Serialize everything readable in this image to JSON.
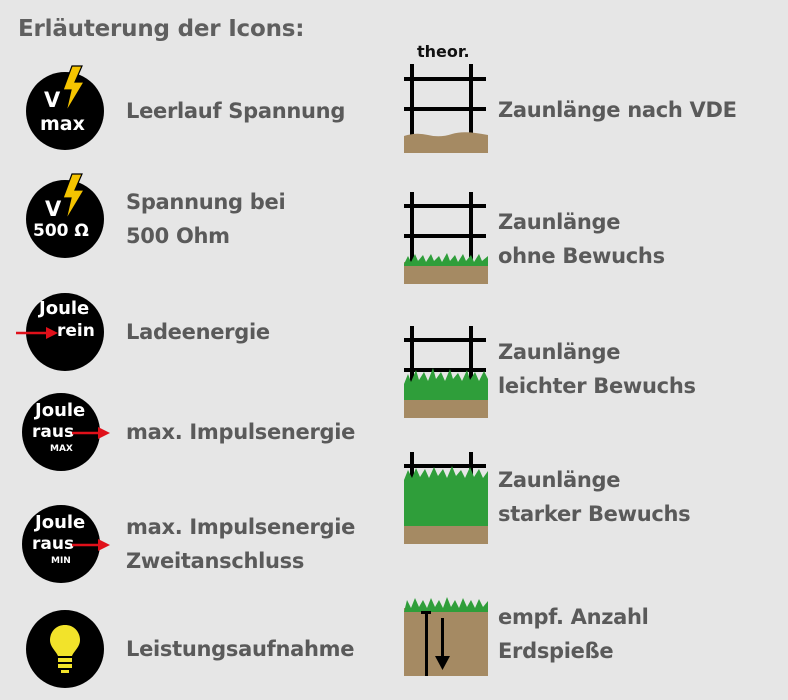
{
  "title": "Erläuterung der Icons:",
  "left": [
    {
      "icon": "voltage-max-icon",
      "line1": "V",
      "line2": "max",
      "label": [
        "Leerlauf Spannung"
      ]
    },
    {
      "icon": "voltage-500-ohm-icon",
      "line1": "V",
      "line2": "500 Ω",
      "label": [
        "Spannung bei",
        "500 Ohm"
      ]
    },
    {
      "icon": "joule-in-icon",
      "line1": "Joule",
      "line2": "rein",
      "label": [
        "Ladeenergie"
      ]
    },
    {
      "icon": "joule-out-max-icon",
      "line1": "Joule",
      "line2": "raus",
      "line3": "MAX",
      "label": [
        "max. Impulsenergie"
      ]
    },
    {
      "icon": "joule-out-min-icon",
      "line1": "Joule",
      "line2": "raus",
      "line3": "MIN",
      "label": [
        "max. Impulsenergie",
        "Zweitanschluss"
      ]
    },
    {
      "icon": "light-bulb-icon",
      "label": [
        "Leistungsaufnahme"
      ]
    }
  ],
  "right": [
    {
      "icon": "fence-theoretical-icon",
      "badge": "theor.",
      "label": [
        "Zaunlänge nach VDE"
      ]
    },
    {
      "icon": "fence-no-vegetation-icon",
      "label": [
        "Zaunlänge",
        "ohne Bewuchs"
      ]
    },
    {
      "icon": "fence-light-vegetation-icon",
      "label": [
        "Zaunlänge",
        "leichter Bewuchs"
      ]
    },
    {
      "icon": "fence-heavy-vegetation-icon",
      "label": [
        "Zaunlänge",
        "starker Bewuchs"
      ]
    },
    {
      "icon": "ground-rods-icon",
      "label": [
        "empf. Anzahl",
        "Erdspieße"
      ]
    }
  ],
  "colors": {
    "background": "#e6e6e6",
    "text": "#5a5a5a",
    "soil": "#a58a63",
    "grass": "#2f9e3a",
    "lightning": "#f5c400",
    "arrow": "#e0101a",
    "bulb": "#f2e32a"
  }
}
